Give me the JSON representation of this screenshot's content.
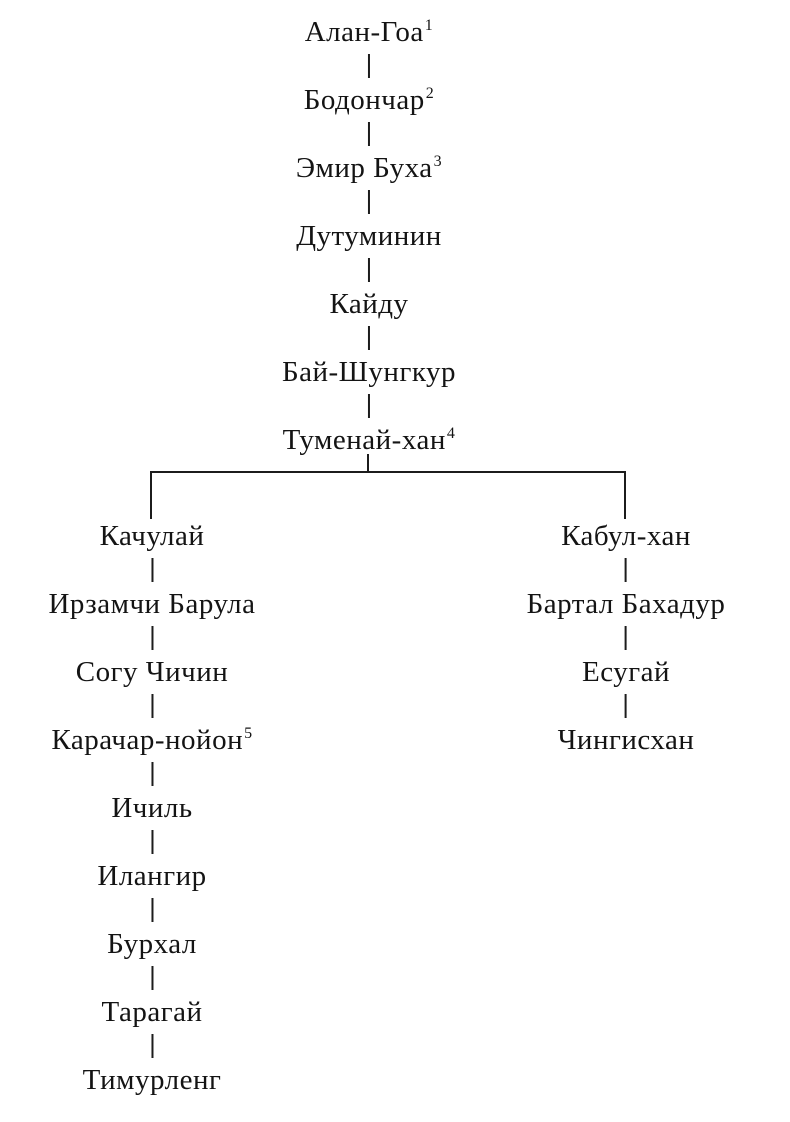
{
  "diagram": {
    "colors": {
      "background": "#ffffff",
      "text": "#141414",
      "line": "#1c1c1c"
    },
    "main_chain": [
      {
        "label": "Алан-Гоа",
        "superscript": "1"
      },
      {
        "label": "Бодончар",
        "superscript": "2"
      },
      {
        "label": "Эмир Буха",
        "superscript": "3"
      },
      {
        "label": "Дутуминин",
        "superscript": ""
      },
      {
        "label": "Кайду",
        "superscript": ""
      },
      {
        "label": "Бай-Шунгкур",
        "superscript": ""
      },
      {
        "label": "Туменай-хан",
        "superscript": "4"
      }
    ],
    "left_branch": [
      {
        "label": "Качулай",
        "superscript": ""
      },
      {
        "label": "Ирзамчи Барула",
        "superscript": ""
      },
      {
        "label": "Согу Чичин",
        "superscript": ""
      },
      {
        "label": "Карачар-нойон",
        "superscript": "5"
      },
      {
        "label": "Ичиль",
        "superscript": ""
      },
      {
        "label": "Илангир",
        "superscript": ""
      },
      {
        "label": "Бурхал",
        "superscript": ""
      },
      {
        "label": "Тарагай",
        "superscript": ""
      },
      {
        "label": "Тимурленг",
        "superscript": ""
      }
    ],
    "right_branch": [
      {
        "label": "Кабул-хан",
        "superscript": ""
      },
      {
        "label": "Бартал Бахадур",
        "superscript": ""
      },
      {
        "label": "Есугай",
        "superscript": ""
      },
      {
        "label": "Чингисхан",
        "superscript": ""
      }
    ]
  }
}
